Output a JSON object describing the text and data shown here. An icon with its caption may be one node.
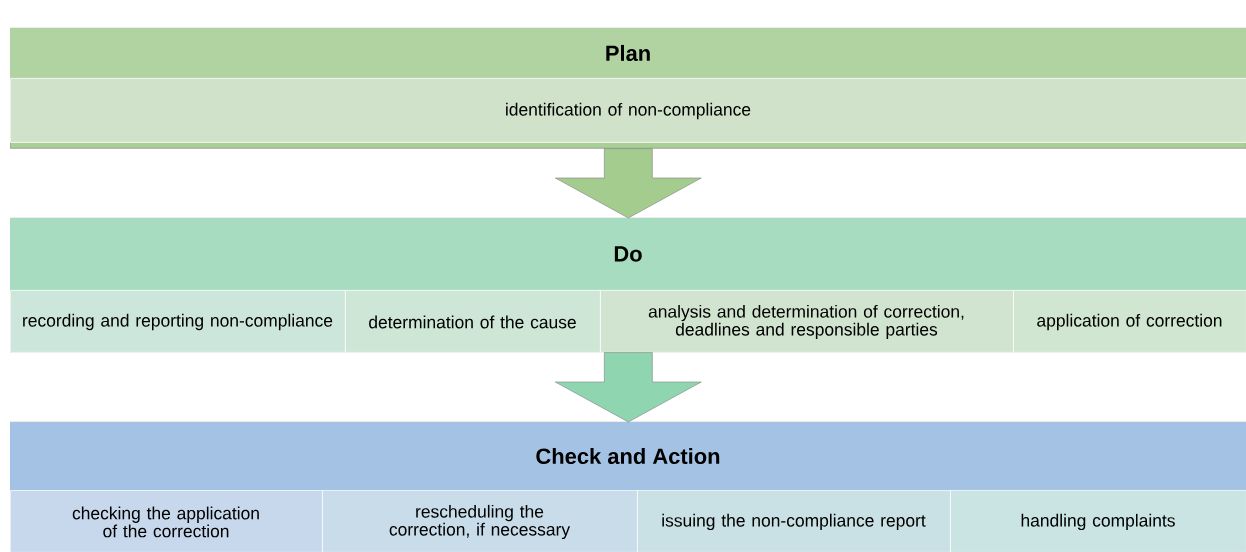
{
  "diagram": {
    "nodes": [
      {
        "text": [
          "Plan"
        ]
      },
      {
        "text": [
          "identification of non-compliance"
        ],
        "in": 0
      },
      {
        "text": [
          "Do"
        ]
      },
      {
        "text": [
          "recording and reporting non-compliance"
        ],
        "in": 2
      },
      {
        "text": [
          "determination of the cause"
        ],
        "in": 2
      },
      {
        "text": [
          "analysis and determination of correction, deadlines and responsible parties"
        ],
        "in": 2
      },
      {
        "text": [
          "application of correction"
        ],
        "in": 2
      },
      {
        "text": [
          "Check and Action"
        ]
      },
      {
        "text": [
          "checking the application of the correction"
        ],
        "in": 7
      },
      {
        "text": [
          "rescheduling the correction, if necessary"
        ],
        "in": 7
      },
      {
        "text": [
          "issuing the non-compliance report"
        ],
        "in": 7
      },
      {
        "text": [
          "handling complaints"
        ],
        "in": 7
      }
    ],
    "edges": [
      {
        "from": 0,
        "to": 2,
        "arrow": "to",
        "color": "#a3cc8e"
      },
      {
        "from": 2,
        "to": 7,
        "arrow": "to",
        "color": "#8fd6b0"
      }
    ]
  }
}
